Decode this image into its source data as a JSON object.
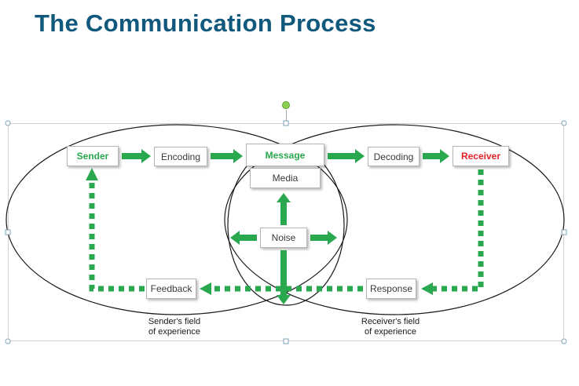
{
  "title": "The Communication Process",
  "diagram": {
    "nodes": {
      "sender": "Sender",
      "encoding": "Encoding",
      "message": "Message",
      "media": "Media",
      "decoding": "Decoding",
      "receiver": "Receiver",
      "noise": "Noise",
      "feedback": "Feedback",
      "response": "Response"
    },
    "captions": {
      "sender_field_line1": "Sender's field",
      "sender_field_line2": "of experience",
      "receiver_field_line1": "Receiver's field",
      "receiver_field_line2": "of experience"
    },
    "colors": {
      "title_text": "#11587d",
      "arrow_green": "#2aa84f",
      "sender_message_text": "#2aa84f",
      "receiver_text": "#e42129",
      "node_text": "#3a3a3a",
      "ellipse_stroke": "#1a1a1a",
      "rotation_handle_fill": "#8ed14f"
    }
  }
}
